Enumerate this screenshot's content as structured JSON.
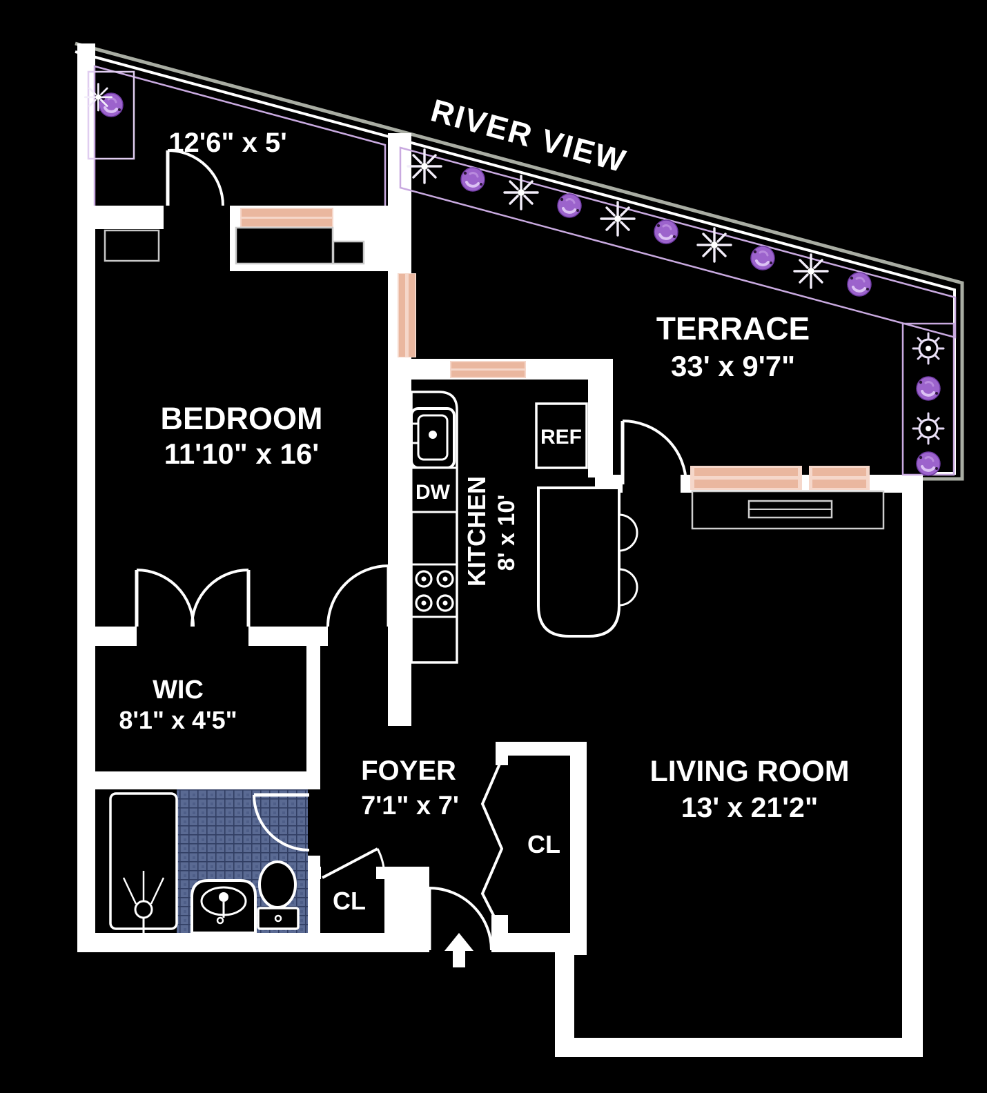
{
  "plan": {
    "annotations": {
      "river_view": "RIVER VIEW"
    },
    "rooms": {
      "balcony": {
        "dims": "12'6\" x 5'"
      },
      "terrace": {
        "name": "TERRACE",
        "dims": "33' x 9'7\""
      },
      "bedroom": {
        "name": "BEDROOM",
        "dims": "11'10\" x 16'"
      },
      "kitchen": {
        "name": "KITCHEN",
        "dims": "8' x 10'"
      },
      "wic": {
        "name": "WIC",
        "dims": "8'1\" x 4'5\""
      },
      "foyer": {
        "name": "FOYER",
        "dims": "7'1\" x 7'"
      },
      "living_room": {
        "name": "LIVING ROOM",
        "dims": "13' x 21'2\""
      },
      "closet_left": {
        "name": "CL"
      },
      "closet_right": {
        "name": "CL"
      }
    },
    "appliances": {
      "refrigerator": "REF",
      "dishwasher": "DW"
    },
    "colors": {
      "background": "#000000",
      "wall": "#ffffff",
      "boundary_gray": "#a9ada3",
      "planter_purple_line": "#c9aae0",
      "flower_purple": "#9c63cc",
      "radiator_pink": "#eab79f",
      "radiator_pink_light": "#f5d7ca",
      "tile_blue": "#5a6a93",
      "tile_grid": "#313e63"
    }
  }
}
